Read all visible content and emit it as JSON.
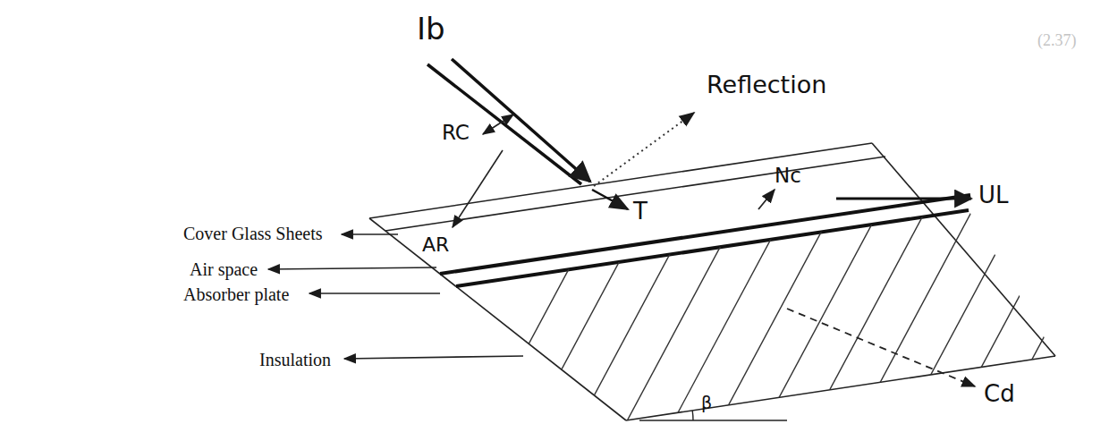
{
  "diagram": {
    "labels": [
      "Ib",
      "Reflection",
      "RC",
      "AR",
      "T",
      "Nc",
      "UL",
      "Cover Glass Sheets",
      "Air space",
      "Absorber plate",
      "Insulation",
      "Cd",
      "β",
      "(2.37)"
    ]
  }
}
